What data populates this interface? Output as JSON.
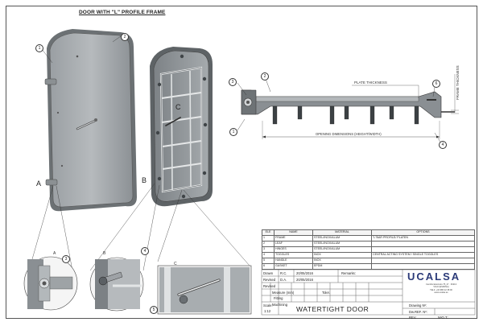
{
  "title": "DOOR WITH \"L\" PROFILE FRAME",
  "callouts": {
    "c1": "1",
    "c2": "2",
    "c3": "3",
    "c4": "4",
    "c5": "5",
    "c6": "6"
  },
  "letters": {
    "a": "A",
    "b": "B",
    "c": "C"
  },
  "detail_letters": {
    "a": "A",
    "b": "B",
    "c": "C"
  },
  "dims": {
    "plate_thickness": "PLATE THICKNESS",
    "frame_thickness": "FRAME THICKNESS",
    "opening": "OPENING DIMENSIONS (HEIGHT/WIDTH)"
  },
  "bom": {
    "headers": [
      "ELE",
      "NAME",
      "MATERIAL",
      "OPTIONS"
    ],
    "rows": [
      {
        "ele": "1",
        "name": "FRAME",
        "material": "STEEL/INOX/ALUM",
        "options": "\"L\"BAR PROFILE/ PLATEN"
      },
      {
        "ele": "2",
        "name": "LEAF",
        "material": "STEEL/INOX/ALUM",
        "options": ""
      },
      {
        "ele": "3",
        "name": "HINGES",
        "material": "STEEL/INOX/ALUM",
        "options": ""
      },
      {
        "ele": "4",
        "name": "TOGGLES",
        "material": "INOX",
        "options": "CENTRAL ACTING SYSTEM / SINGLE TOGGLES"
      },
      {
        "ele": "5",
        "name": "HANDLE",
        "material": "INOX",
        "options": ""
      },
      {
        "ele": "6",
        "name": "GASKET",
        "material": "EPDM",
        "options": ""
      }
    ]
  },
  "titleblock": {
    "drawn_label": "Drawn",
    "drawn_by": "R.C.",
    "drawn_date": "20/05/2016",
    "revised_label": "Revised",
    "revised_by": "D.A.",
    "revised_date": "20/05/2016",
    "revised2_label": "Revised",
    "remarks_label": "Remarks:",
    "measure_label": "Measure (mm)",
    "fitting_label": "Fitting",
    "machining_label": "Machining",
    "scale_label": "Scale:",
    "scale_value": "1:12",
    "tolerance_label": "Toler.",
    "doc_title": "WATERTIGHT DOOR",
    "drawing_no": "Drawing Nº:",
    "dw_ref": "Dw.REF. Nº:",
    "rev": "REV.",
    "not": "NºO.T.:"
  },
  "brand": {
    "name": "UCALSA",
    "address_lines": [
      "Camiño Estornelo 75, 27 · 36213",
      "VIGO (ESPAÑA)",
      "TELF. +34 986 22 38 00",
      "www.ucalsa.es"
    ]
  },
  "colors": {
    "line": "#333333",
    "steel": "#8e9396",
    "steel_dark": "#5d6266",
    "steel_light": "#c7cbce",
    "brand": "#2b3a78"
  }
}
